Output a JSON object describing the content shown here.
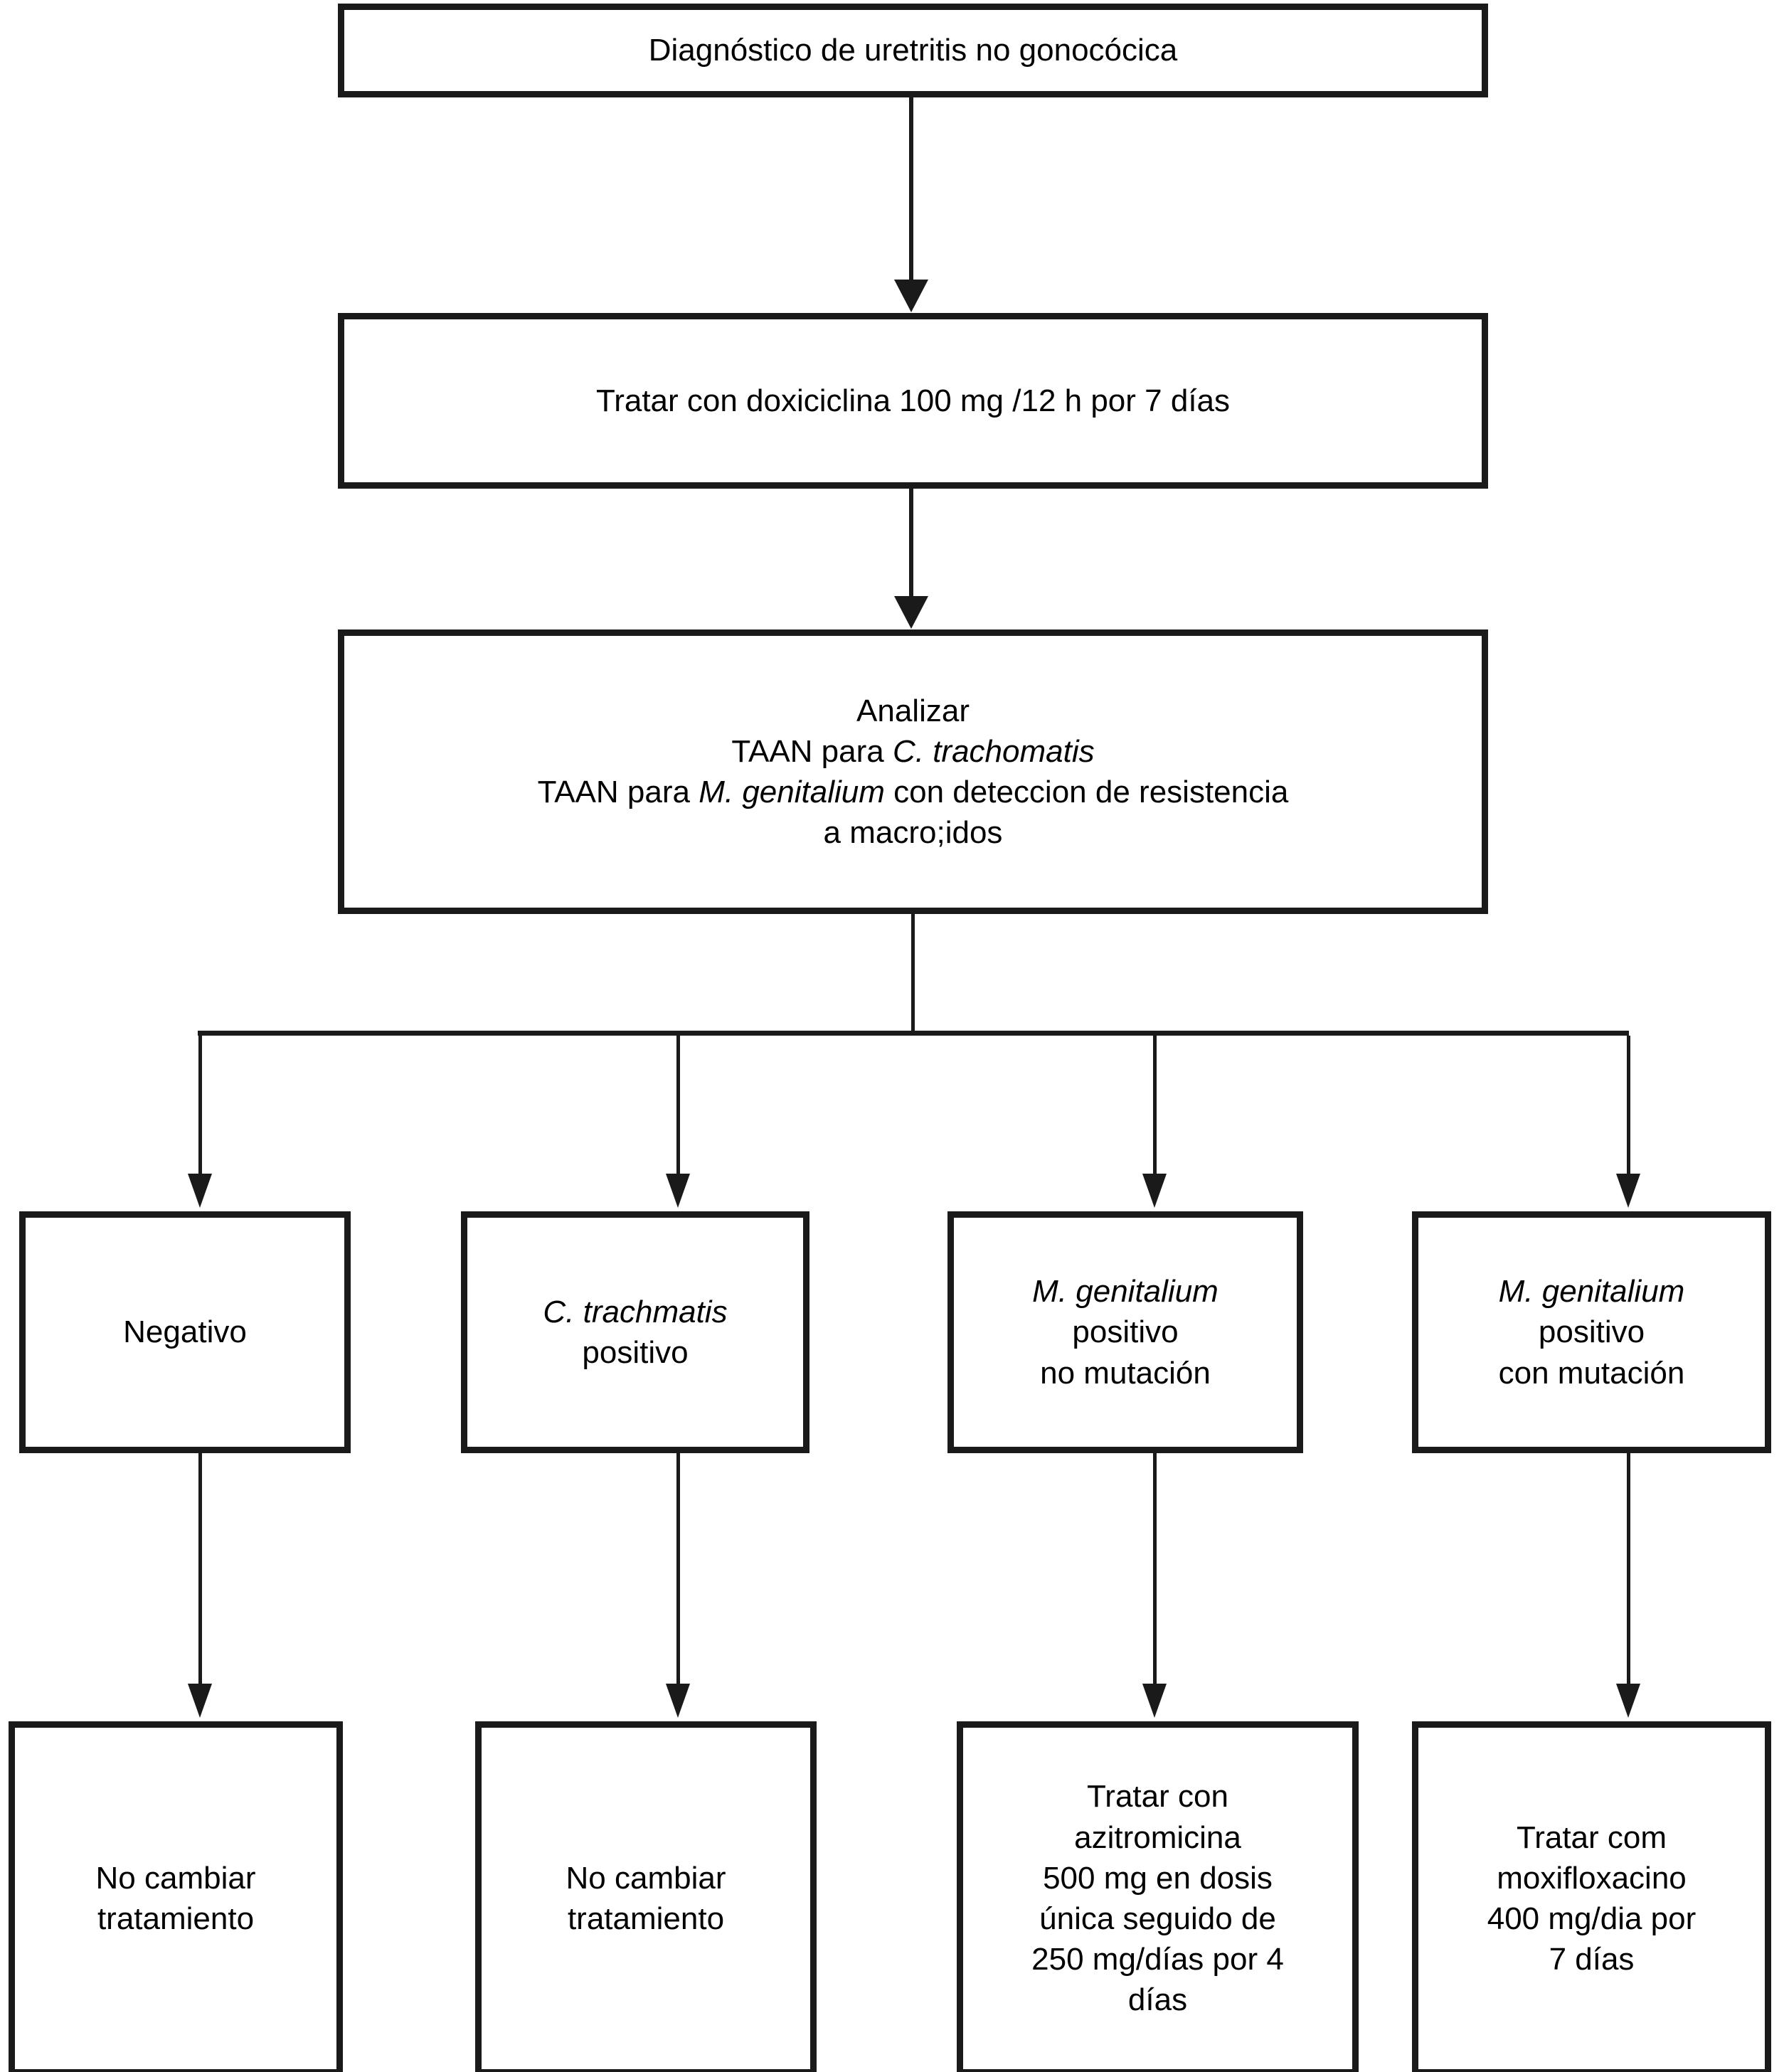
{
  "diagram": {
    "type": "clinical-algorithm-flowchart",
    "language": "es",
    "nodes": {
      "diagnostico": {
        "text": "Diagnóstico de uretritis no gonocócica"
      },
      "doxiciclina": {
        "text": "Tratar con doxiciclina 100 mg /12 h por 7 días"
      },
      "analizar": {
        "line1": "Analizar",
        "line2_pre": "TAAN para ",
        "line2_italic": "C. trachomatis",
        "line3_pre": "TAAN para ",
        "line3_italic": "M. genitalium",
        "line3_post": " con deteccion de resistencia",
        "line4": "a macro;idos"
      },
      "negativo": {
        "text": "Negativo"
      },
      "c_trachmatis": {
        "italic": "C. trachmatis",
        "line2": "positivo"
      },
      "mgen_no_mutacion": {
        "italic": "M. genitalium",
        "line2": "positivo",
        "line3": "no mutación"
      },
      "mgen_con_mutacion": {
        "italic": "M. genitalium",
        "line2": "positivo",
        "line3": "con mutación"
      },
      "no_cambiar_1": {
        "text": "No cambiar\ntratamiento"
      },
      "no_cambiar_2": {
        "text": "No cambiar\ntratamiento"
      },
      "azitromicina": {
        "text": "Tratar con\nazitromicina\n500 mg en dosis\núnica seguido de\n250 mg/días por 4\ndías"
      },
      "moxifloxacino": {
        "text": "Tratar com\nmoxifloxacino\n400 mg/dia por\n7 días"
      }
    },
    "colors": {
      "stroke": "#1a1a1a",
      "fill": "#ffffff",
      "text": "#000000"
    }
  }
}
